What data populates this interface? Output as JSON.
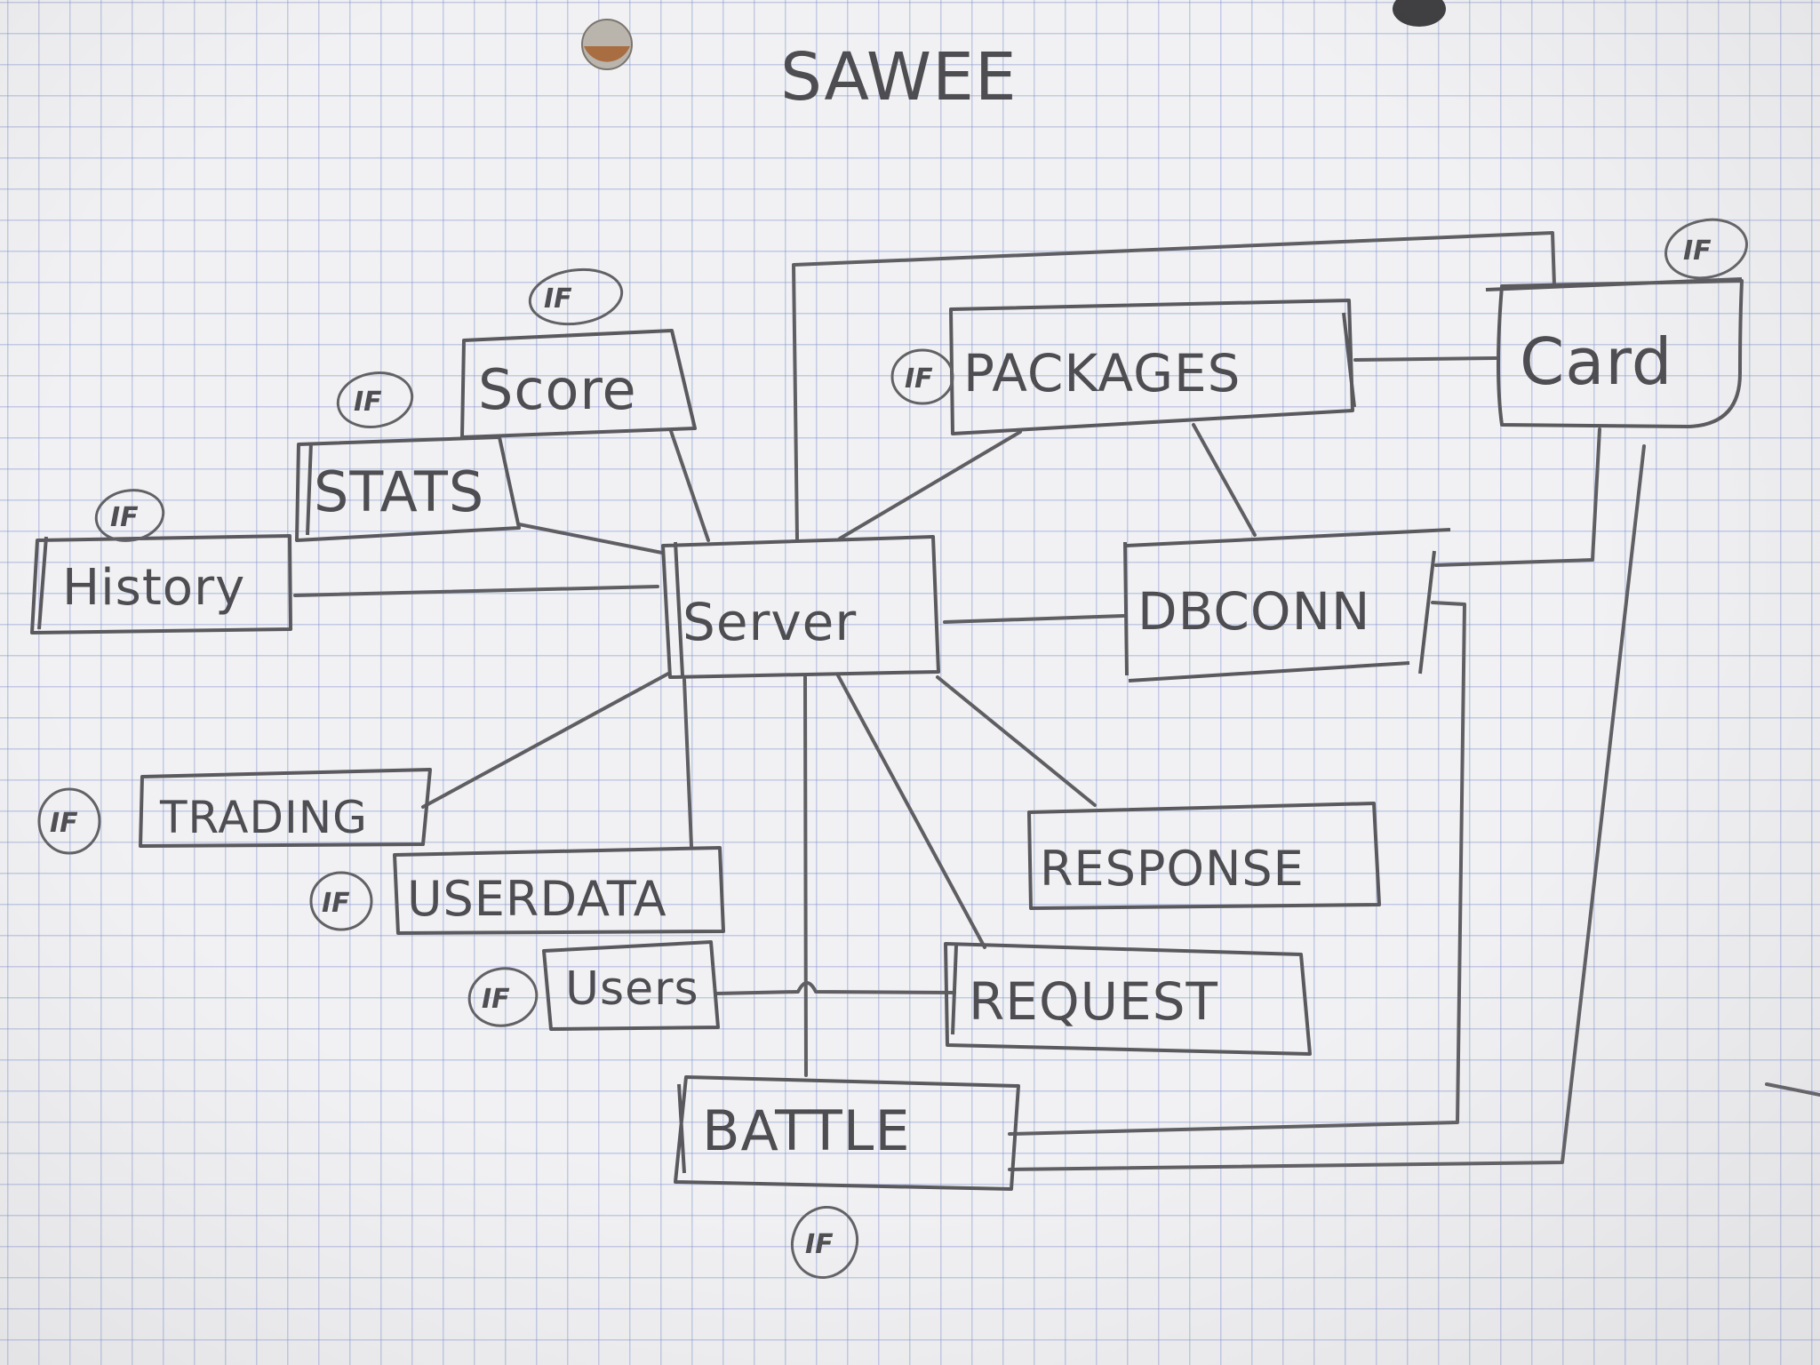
{
  "title": "SAWEE",
  "components": {
    "server": "Server",
    "history": "History",
    "stats": "STATS",
    "score": "Score",
    "packages": "PACKAGES",
    "card": "Card",
    "dbconn": "DBCONN",
    "trading": "TRADING",
    "userdata": "USERDATA",
    "users": "Users",
    "response": "RESPONSE",
    "request": "REQUEST",
    "battle": "BATTLE"
  },
  "interface_tag": "IF",
  "colors": {
    "pencil": "#5f5f63",
    "grid": "#9aa8d6",
    "paper": "#f1f1f3"
  }
}
